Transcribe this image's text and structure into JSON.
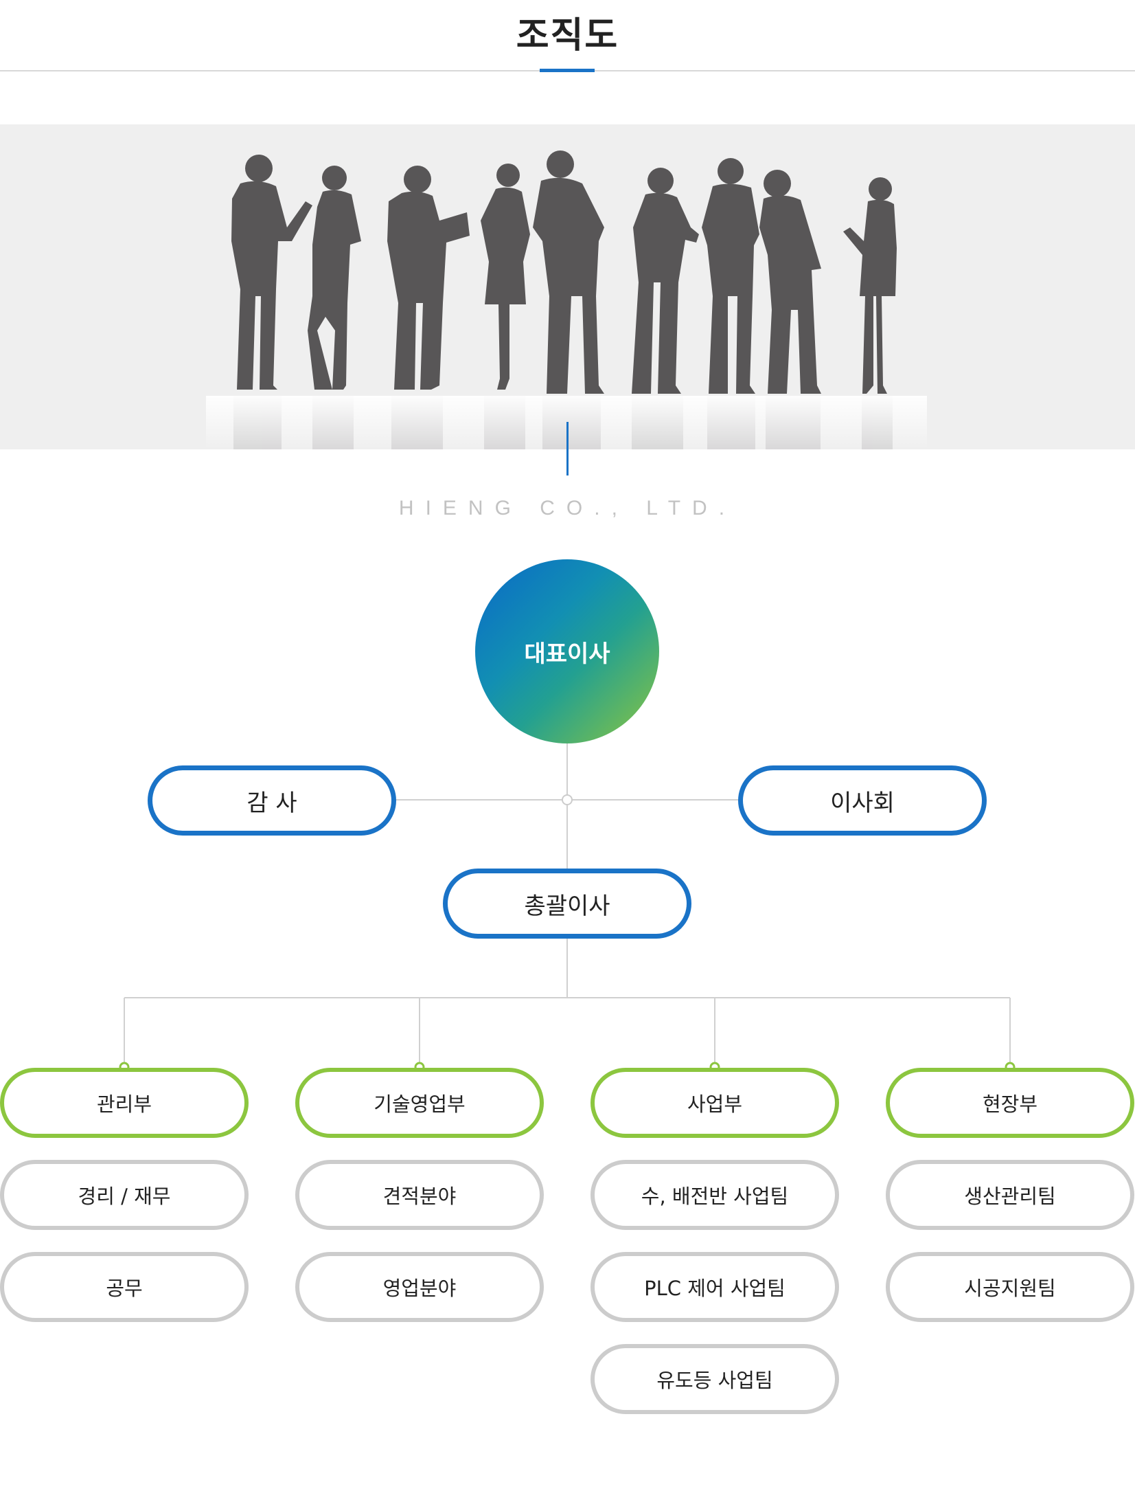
{
  "page": {
    "title": "조직도"
  },
  "banner": {
    "company": "HIENG CO., LTD."
  },
  "org": {
    "ceo": "대표이사",
    "auditor": "감 사",
    "board": "이사회",
    "general_director": "총괄이사",
    "departments": [
      {
        "name": "관리부",
        "teams": [
          "경리 / 재무",
          "공무"
        ]
      },
      {
        "name": "기술영업부",
        "teams": [
          "견적분야",
          "영업분야"
        ]
      },
      {
        "name": "사업부",
        "teams": [
          "수, 배전반 사업팀",
          "PLC 제어 사업팀",
          "유도등 사업팀"
        ]
      },
      {
        "name": "현장부",
        "teams": [
          "생산관리팀",
          "시공지원팀"
        ]
      }
    ]
  },
  "colors": {
    "accent_blue": "#1a73c7",
    "accent_green": "#8cc63f",
    "gray_border": "#cccccc",
    "line_gray": "#d0d0d0",
    "silhouette": "#585657"
  }
}
